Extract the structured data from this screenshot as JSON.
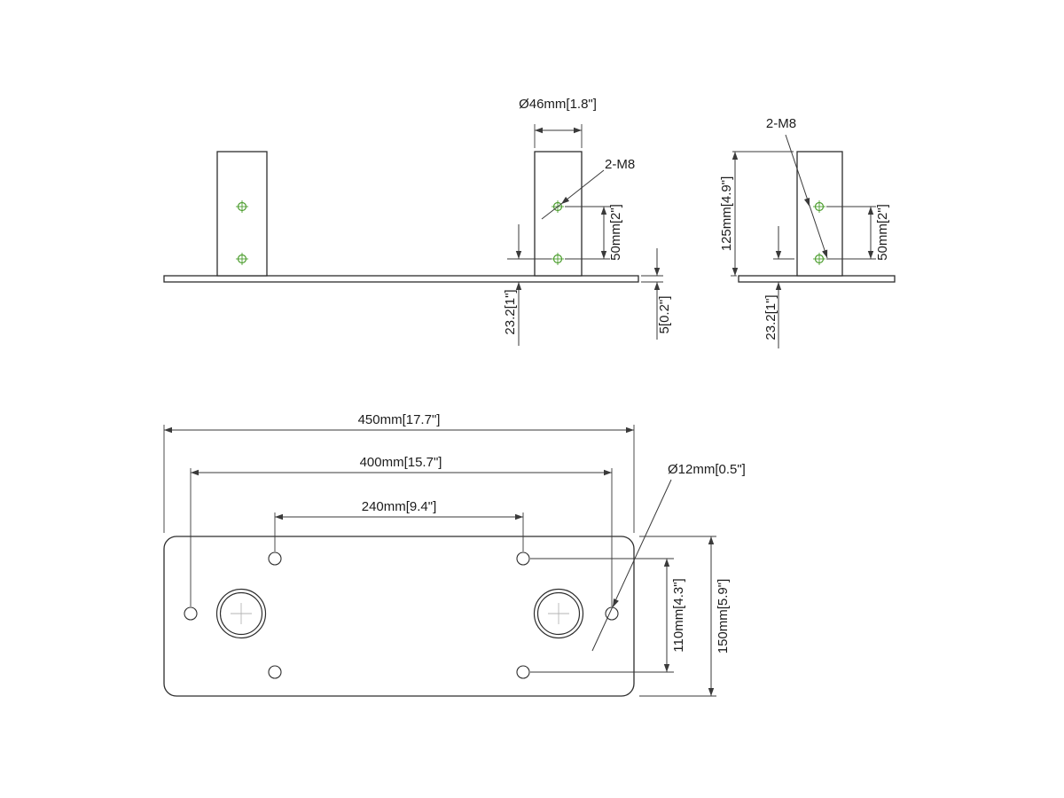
{
  "front_view": {
    "post_diameter": "Ø46mm[1.8\"]",
    "holes_label": "2-M8",
    "hole_spacing": "50mm[2\"]",
    "hole_to_plate": "23.2[1\"]",
    "plate_thickness": "5[0.2\"]"
  },
  "side_view": {
    "holes_label": "2-M8",
    "post_height": "125mm[4.9\"]",
    "hole_spacing": "50mm[2\"]",
    "hole_to_plate": "23.2[1\"]"
  },
  "plan_view": {
    "overall_width": "450mm[17.7\"]",
    "outer_hole_spacing": "400mm[15.7\"]",
    "inner_hole_spacing": "240mm[9.4\"]",
    "hole_diameter": "Ø12mm[0.5\"]",
    "row_spacing": "110mm[4.3\"]",
    "overall_depth": "150mm[5.9\"]"
  },
  "colors": {
    "line": "#2d2d2d",
    "dimension": "#3a3a3a",
    "hole_accent": "#4d9e2f",
    "background": "#ffffff"
  }
}
